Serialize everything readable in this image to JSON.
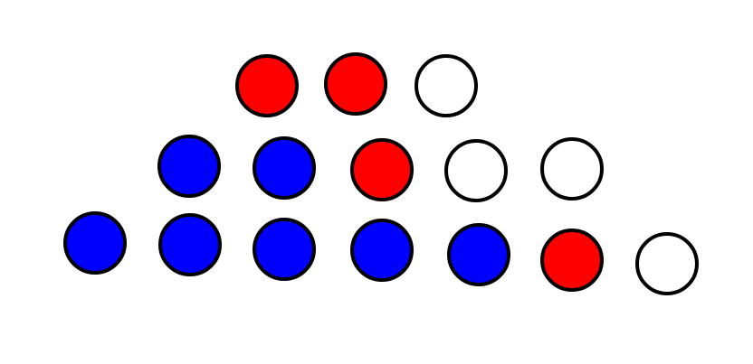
{
  "palette": {
    "red": "#ff0000",
    "blue": "#0000ff",
    "empty": "#ffffff",
    "outline": "#000000"
  },
  "rows": [
    {
      "circles": [
        "red",
        "red",
        "empty"
      ]
    },
    {
      "circles": [
        "blue",
        "blue",
        "red",
        "empty",
        "empty"
      ]
    },
    {
      "circles": [
        "blue",
        "blue",
        "blue",
        "blue",
        "blue",
        "red",
        "empty"
      ]
    }
  ]
}
